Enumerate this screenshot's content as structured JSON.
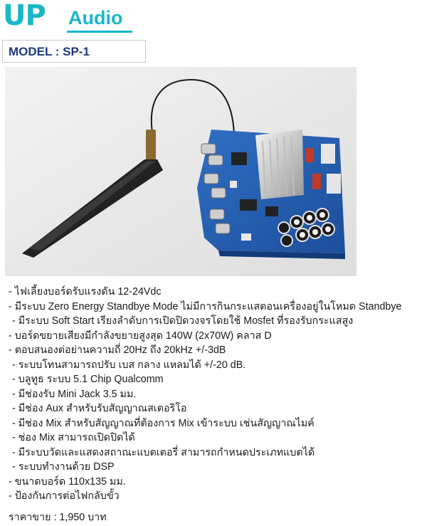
{
  "brand": {
    "logo_up": "UP",
    "logo_audio": "Audio"
  },
  "model": {
    "label": "MODEL : SP-1"
  },
  "specs": [
    "- ไฟเลี้ยงบอร์ดรับแรงดัน 12-24Vdc",
    "- มีระบบ Zero Energy Standbye Mode ไม่มีการกินกระแสตอนเครื่องอยู่ในโหมด Standbye",
    " - มีระบบ Soft Start เรียงลำดับการเปิดปิดวงจรโดยใช้ Mosfet ที่รองรับกระแสสูง",
    "- บอร์ดขยายเสียงมีกำลังขยายสูงสุด 140W (2x70W)  คลาส D",
    "- ตอบสนองต่อย่านความถี่ 20Hz ถึง 20kHz +/-3dB",
    " - ระบบโทนสามารถปรับ เบส กลาง แหลมได้ +/-20 dB.",
    " - บลูทูธ ระบบ 5.1 Chip Qualcomm",
    " - มีช่องรับ Mini Jack 3.5 มม.",
    " - มีช่อง Aux สำหรับรับสัญญาณสเตอริโอ",
    " - มีช่อง Mix สำหรับสัญญาณที่ต้องการ Mix เข้าระบบ เช่นสัญญาณไมค์",
    " - ช่อง Mix สามารถเปิดปิดได้",
    " - มีระบบวัดและแสดงสถาณะแบตเตอรี่ สามารถกำหนดประเภทแบตได้",
    " - ระบบทำงานด้วย DSP",
    "- ขนาดบอร์ด 110x135 มม.",
    "- ป้องกันการต่อไฟกลับขั้ว"
  ],
  "price": "ราคาขาย : 1,950 บาท"
}
